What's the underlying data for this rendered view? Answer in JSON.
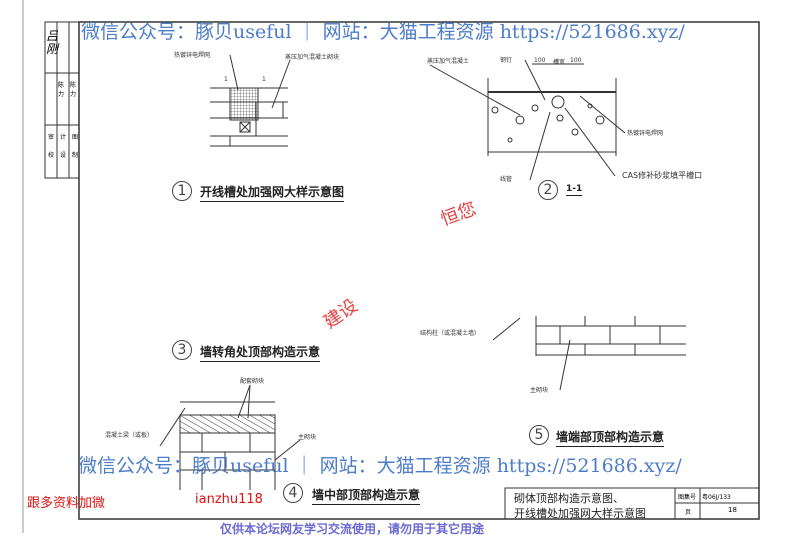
{
  "watermark": {
    "top": "微信公众号：豚贝useful ｜ 网站：大猫工程资源 https://521686.xyz/",
    "bottom": "微信公众号：豚贝useful ｜ 网站：大猫工程资源 https://521686.xyz/",
    "footer": "仅供本论坛网友学习交流使用，请勿用于其它用途"
  },
  "promo": {
    "left": "跟多资料加微",
    "right": "ianzhu118"
  },
  "stamp": {
    "side": "建设",
    "mid": "恒您"
  },
  "signoff": {
    "roles": [
      "校",
      "设",
      "制"
    ],
    "roles2": [
      "审",
      "计",
      "图"
    ],
    "names": [
      "吕刚",
      "陈力",
      "陈力"
    ]
  },
  "figures": [
    {
      "num": "1",
      "title": "开线槽处加强网大样示意图",
      "labels": [
        "热镀锌电焊网",
        "蒸压加气混凝土砌块"
      ],
      "section": "1"
    },
    {
      "num": "2",
      "title": "1-1",
      "labels": [
        "蒸压加气混凝土",
        "钢钉",
        "100",
        "槽宽",
        "100",
        "热镀锌电焊网",
        "线管",
        "CAS修补砂浆填平槽口"
      ]
    },
    {
      "num": "3",
      "title": "墙转角处顶部构造示意"
    },
    {
      "num": "4",
      "title": "墙中部顶部构造示意",
      "labels": [
        "配套砌块",
        "混凝土梁（或板）",
        "主砌块"
      ]
    },
    {
      "num": "5",
      "title": "墙端部顶部构造示意",
      "labels": [
        "结构柱（或混凝土墙）",
        "主砌块"
      ]
    }
  ],
  "title_block": {
    "title_line1": "砌体顶部构造示意图、",
    "title_line2": "开线槽处加强网大样示意图",
    "atlas_label": "图集号",
    "atlas_no": "粤06J/133",
    "page_label": "页",
    "page_no": "18"
  }
}
